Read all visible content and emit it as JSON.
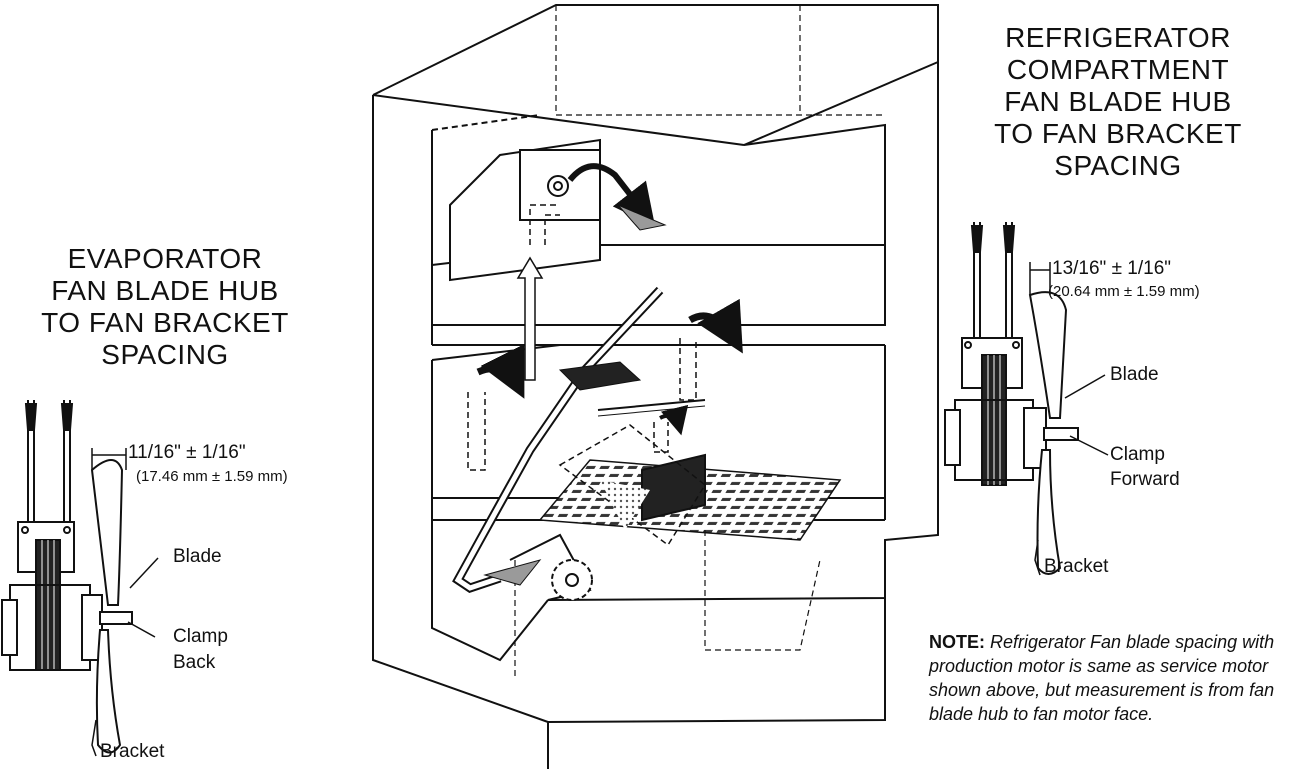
{
  "evaporator": {
    "heading_lines": [
      "EVAPORATOR",
      "FAN BLADE HUB",
      "TO FAN BRACKET",
      "SPACING"
    ],
    "dimension": "11/16\" ± 1/16\"",
    "dimension_metric": "(17.46 mm ± 1.59 mm)",
    "label_blade": "Blade",
    "label_clamp_line1": "Clamp",
    "label_clamp_line2": "Back",
    "label_bracket": "Bracket"
  },
  "refrigerator": {
    "heading_lines": [
      "REFRIGERATOR",
      "COMPARTMENT",
      "FAN BLADE HUB",
      "TO FAN BRACKET",
      "SPACING"
    ],
    "dimension": "13/16\" ± 1/16\"",
    "dimension_metric": "(20.64 mm ± 1.59 mm)",
    "label_blade": "Blade",
    "label_clamp_line1": "Clamp",
    "label_clamp_line2": "Forward",
    "label_bracket": "Bracket"
  },
  "note": {
    "label": "NOTE:",
    "text": "Refrigerator Fan blade spacing with production motor is same as service motor shown above, but measurement is from fan blade hub to fan motor face."
  },
  "colors": {
    "ink": "#111111",
    "background": "#ffffff",
    "shade": "#9a9a9a",
    "dark_fill": "#222222"
  }
}
